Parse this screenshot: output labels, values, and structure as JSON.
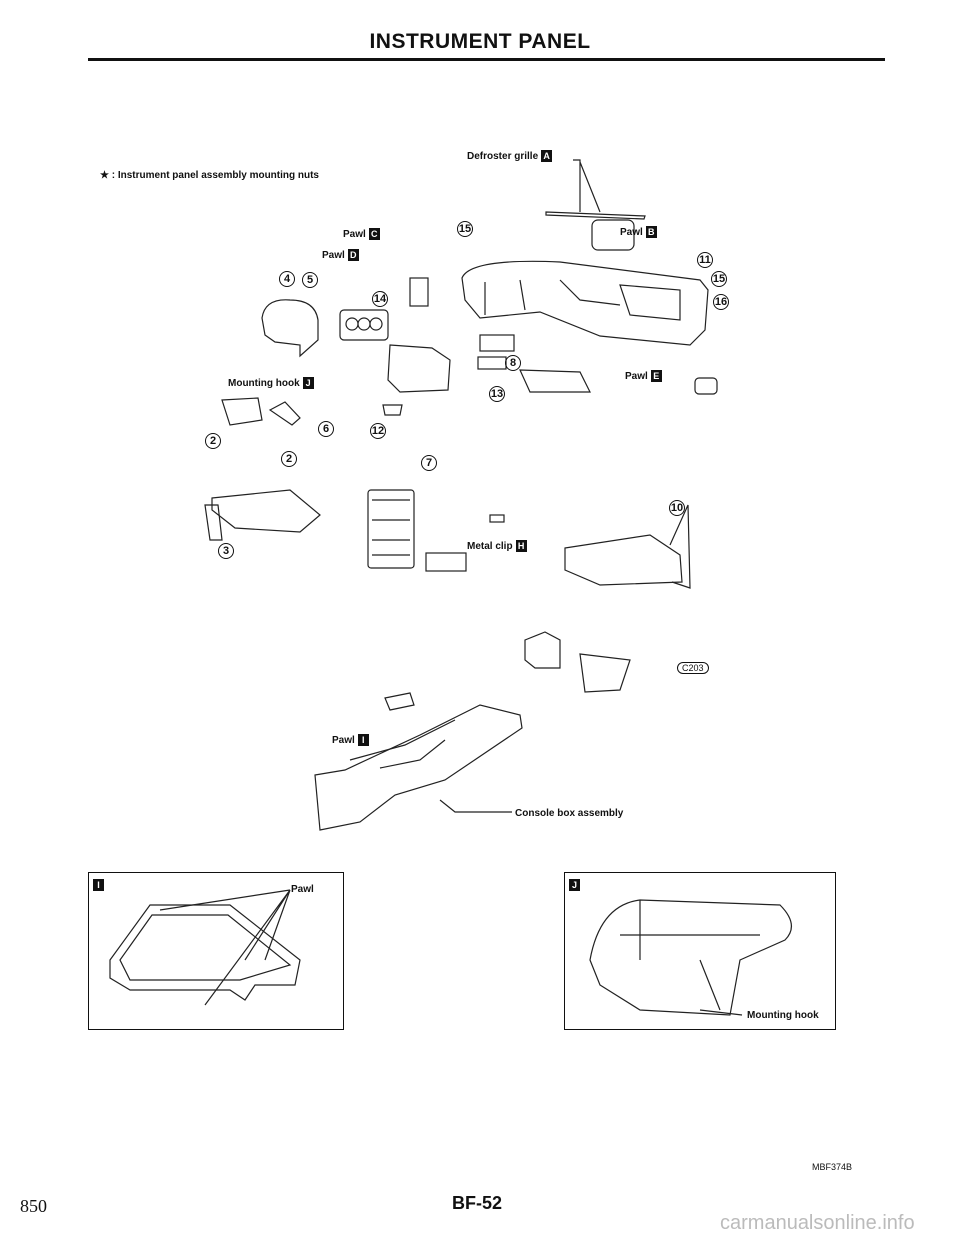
{
  "header": {
    "title": "INSTRUMENT PANEL"
  },
  "legend": {
    "symbol": "★",
    "text": ": Instrument panel assembly mounting nuts"
  },
  "callouts": {
    "defroster": {
      "text": "Defroster grille",
      "badge": "A"
    },
    "pawl_b": {
      "text": "Pawl",
      "badge": "B"
    },
    "pawl_c": {
      "text": "Pawl",
      "badge": "C"
    },
    "pawl_d": {
      "text": "Pawl",
      "badge": "D"
    },
    "pawl_e": {
      "text": "Pawl",
      "badge": "E"
    },
    "metal_clip": {
      "text": "Metal clip",
      "badge": "H"
    },
    "pawl_i": {
      "text": "Pawl",
      "badge": "I"
    },
    "hook_j": {
      "text": "Mounting hook",
      "badge": "J"
    },
    "console": {
      "text": "Console box assembly"
    },
    "connector": {
      "text": "C203"
    }
  },
  "part_numbers": [
    "4",
    "5",
    "15",
    "11",
    "15",
    "16",
    "14",
    "8",
    "13",
    "6",
    "12",
    "2",
    "2",
    "3",
    "7",
    "10"
  ],
  "insets": {
    "i": {
      "badge": "I",
      "label": "Pawl"
    },
    "j": {
      "badge": "J",
      "label": "Mounting hook"
    }
  },
  "footer": {
    "page_left": "850",
    "page_code": "BF-52",
    "figure_id": "MBF374B",
    "watermark": "carmanualsonline.info"
  }
}
